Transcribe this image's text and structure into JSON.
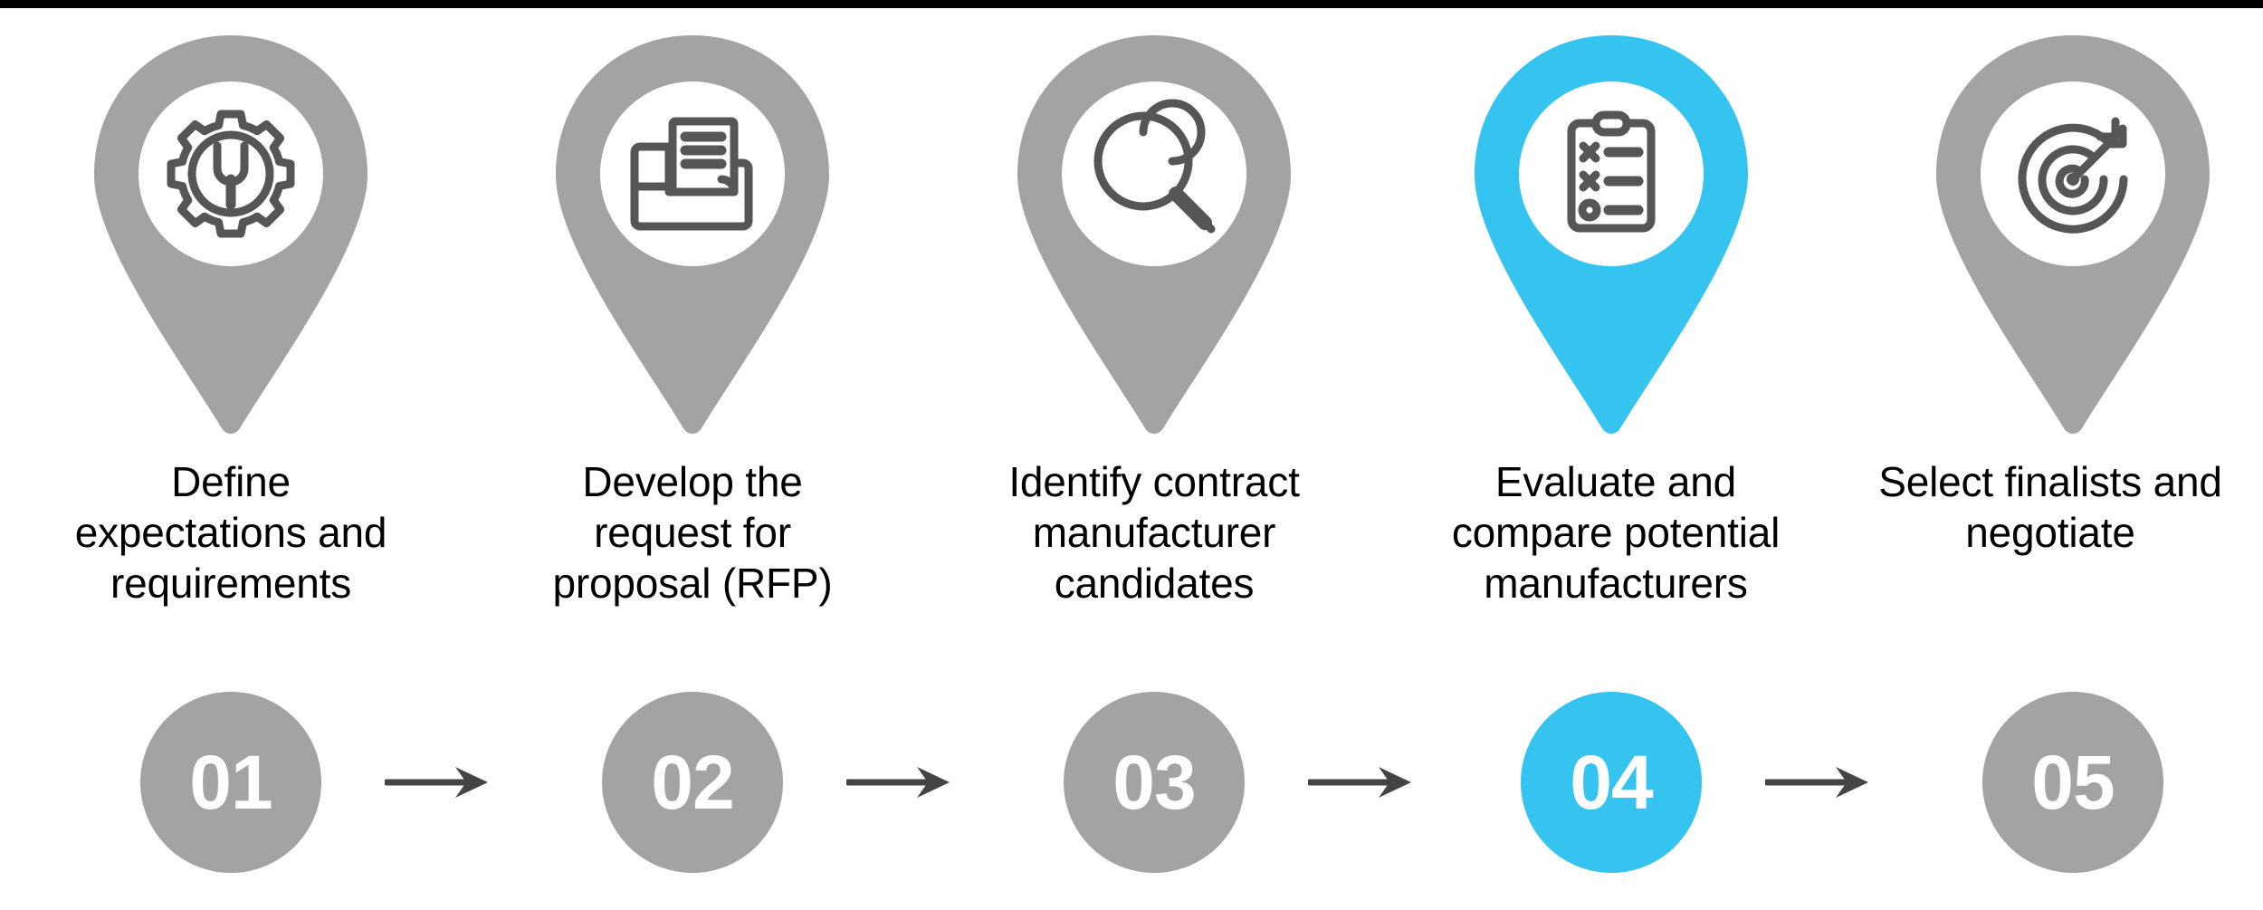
{
  "theme": {
    "background": "#ffffff",
    "top_bar_color": "#000000",
    "pin_gray": "#a3a3a3",
    "pin_accent": "#35c3f0",
    "icon_stroke": "#565656",
    "number_gray": "#a3a3a3",
    "number_accent": "#35c3f0",
    "number_text": "#ffffff",
    "label_text": "#000000",
    "arrow_color": "#444444"
  },
  "steps": [
    {
      "number": "01",
      "label": "Define expectations and requirements",
      "label_lines": [
        "Define",
        "expectations and",
        "requirements"
      ],
      "icon": "gear-wrench-icon",
      "active": false
    },
    {
      "number": "02",
      "label": "Develop the request for proposal (RFP)",
      "label_lines": [
        "Develop the",
        "request for",
        "proposal (RFP)"
      ],
      "icon": "document-folder-icon",
      "active": false
    },
    {
      "number": "03",
      "label": "Identify contract manufacturer candidates",
      "label_lines": [
        "Identify contract",
        "manufacturer",
        "candidates"
      ],
      "icon": "magnifying-glass-icon",
      "active": false
    },
    {
      "number": "04",
      "label": "Evaluate and compare potential manufacturers",
      "label_lines": [
        "Evaluate and",
        "compare potential",
        "manufacturers"
      ],
      "icon": "clipboard-checklist-icon",
      "active": true
    },
    {
      "number": "05",
      "label": "Select finalists and negotiate",
      "label_lines": [
        "Select finalists and",
        "negotiate"
      ],
      "icon": "target-arrow-icon",
      "active": false
    }
  ],
  "connectors": [
    {
      "name": "arrow-01-to-02",
      "glyph": "→"
    },
    {
      "name": "arrow-02-to-03",
      "glyph": "→"
    },
    {
      "name": "arrow-03-to-04",
      "glyph": "→"
    },
    {
      "name": "arrow-04-to-05",
      "glyph": "→"
    }
  ]
}
